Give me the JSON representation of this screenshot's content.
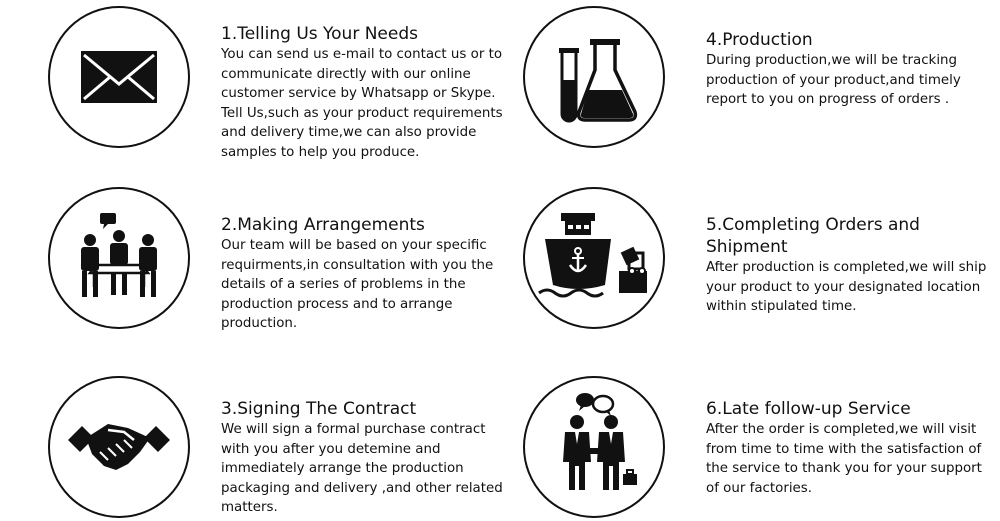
{
  "steps": [
    {
      "title": "1.Telling Us Your Needs",
      "desc": "You can send us e-mail to contact us or to communicate directly with our online customer service by Whatsapp or Skype. Tell Us,such as your product requirements and delivery time,we can also provide samples to help you produce.",
      "icon": "envelope-icon"
    },
    {
      "title": "2.Making Arrangements",
      "desc": "Our team will be based on your specific requirments,in consultation with you the details of a series of problems in the production process and to arrange production.",
      "icon": "meeting-icon"
    },
    {
      "title": "3.Signing The Contract",
      "desc": "We will sign a formal purchase contract with you after you detemine and immediately arrange the production packaging and delivery ,and other related matters.",
      "icon": "handshake-icon"
    },
    {
      "title": "4.Production",
      "desc": "During production,we will be tracking production of your product,and timely report to you on progress of orders .",
      "icon": "lab-flask-icon"
    },
    {
      "title": "5.Completing Orders and Shipment",
      "desc": "After production is completed,we will ship your product to your designated location within stipulated time.",
      "icon": "ship-forklift-icon"
    },
    {
      "title": "6.Late follow-up Service",
      "desc": "After the order is completed,we will visit from time to  time with the satisfaction of the service to thank you for your support of our factories.",
      "icon": "businessmen-chat-icon"
    }
  ]
}
